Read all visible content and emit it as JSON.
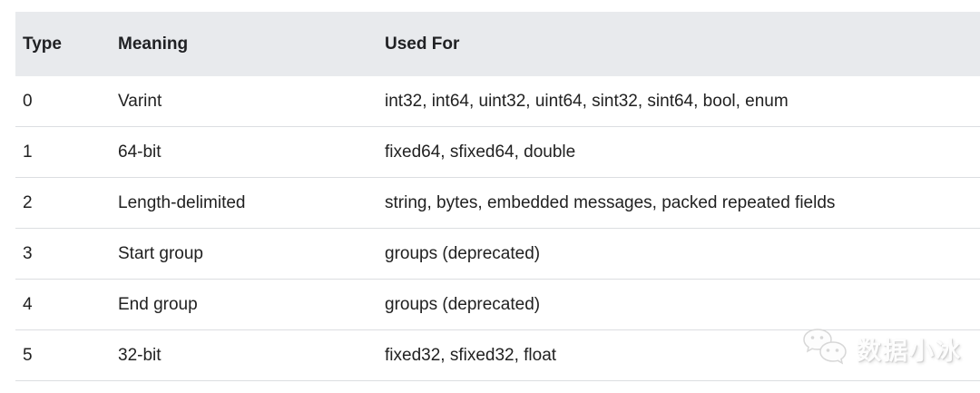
{
  "table": {
    "columns": [
      "Type",
      "Meaning",
      "Used For"
    ],
    "rows": [
      {
        "type": "0",
        "meaning": "Varint",
        "used_for": "int32, int64, uint32, uint64, sint32, sint64, bool, enum"
      },
      {
        "type": "1",
        "meaning": "64-bit",
        "used_for": "fixed64, sfixed64, double"
      },
      {
        "type": "2",
        "meaning": "Length-delimited",
        "used_for": "string, bytes, embedded messages, packed repeated fields"
      },
      {
        "type": "3",
        "meaning": "Start group",
        "used_for": "groups (deprecated)"
      },
      {
        "type": "4",
        "meaning": "End group",
        "used_for": "groups (deprecated)"
      },
      {
        "type": "5",
        "meaning": "32-bit",
        "used_for": "fixed32, sfixed32, float"
      }
    ]
  },
  "watermark": {
    "text": "数据小冰",
    "icon": "wechat-chat-bubbles-icon"
  },
  "colors": {
    "header_bg": "#e8eaed",
    "text": "#212121",
    "divider": "#dcdee1",
    "background": "#ffffff",
    "watermark": "#e3e3e3"
  }
}
